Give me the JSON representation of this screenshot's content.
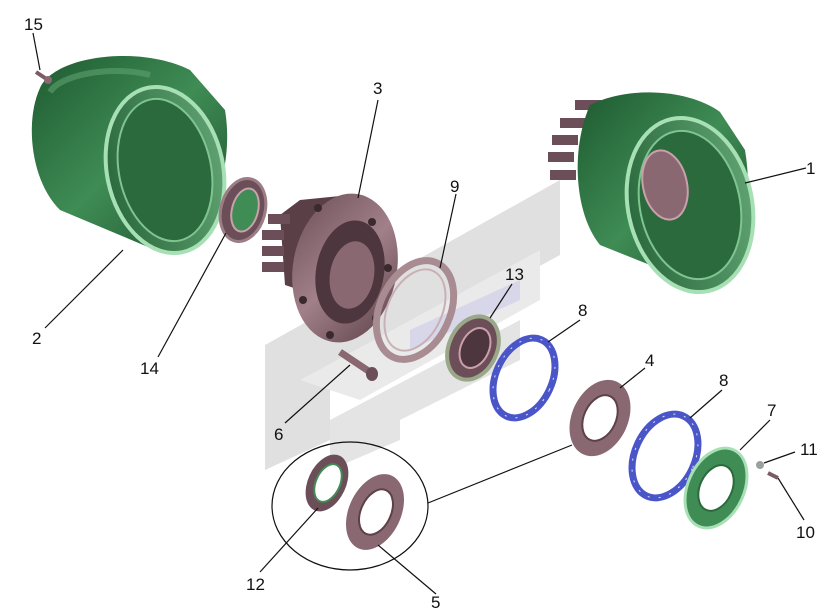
{
  "callouts": {
    "c1": "1",
    "c2": "2",
    "c3": "3",
    "c4": "4",
    "c5": "5",
    "c6": "6",
    "c7": "7",
    "c8a": "8",
    "c8b": "8",
    "c9": "9",
    "c10": "10",
    "c11": "11",
    "c12": "12",
    "c13": "13",
    "c14": "14",
    "c15": "15"
  },
  "colors": {
    "drum_green": "#2f7a46",
    "drum_light": "#8ec9a0",
    "hub_mauve": "#8a6872",
    "seal_blue": "#4a55c8",
    "watermark_gray": "#d2d2d2"
  }
}
